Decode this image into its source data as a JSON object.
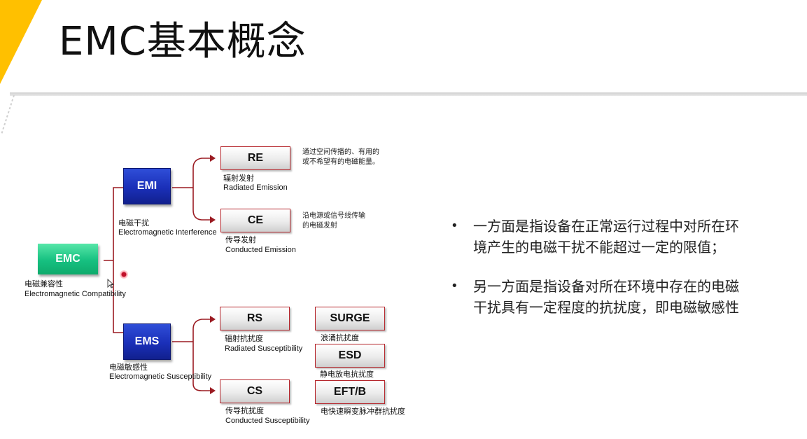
{
  "title": "EMC基本概念",
  "watermark": "",
  "colors": {
    "accent": "#FFC000",
    "connector": "#9B1B22",
    "emc": "#18C383",
    "emi_ems": "#1E33B8"
  },
  "diagram": {
    "emc": {
      "box": "EMC",
      "zh": "电磁兼容性",
      "en": "Electromagnetic Compatibility"
    },
    "emi": {
      "box": "EMI",
      "zh": "电磁干扰",
      "en": "Electromagnetic Interference"
    },
    "ems": {
      "box": "EMS",
      "zh": "电磁敏感性",
      "en": "Electromagnetic Susceptibility"
    },
    "re": {
      "box": "RE",
      "zh": "辐射发射",
      "en": "Radiated Emission",
      "note1": "通过空间传播的、有用的",
      "note2": "或不希望有的电磁能量。"
    },
    "ce": {
      "box": "CE",
      "zh": "传导发射",
      "en": "Conducted Emission",
      "note1": "沿电源或信号线传输",
      "note2": "的电磁发射"
    },
    "rs": {
      "box": "RS",
      "zh": "辐射抗扰度",
      "en": "Radiated Susceptibility"
    },
    "cs": {
      "box": "CS",
      "zh": "传导抗扰度",
      "en": "Conducted Susceptibility"
    },
    "surge": {
      "box": "SURGE",
      "zh": "浪涌抗扰度"
    },
    "esd": {
      "box": "ESD",
      "zh": "静电放电抗扰度"
    },
    "eftb": {
      "box": "EFT/B",
      "zh": "电快速瞬变脉冲群抗扰度"
    }
  },
  "bullets": [
    {
      "line1": "一方面是指设备在正常运行过程中对所在环",
      "line2": "境产生的电磁干扰不能超过一定的限值；"
    },
    {
      "line1": "另一方面是指设备对所在环境中存在的电磁",
      "line2": "干扰具有一定程度的抗扰度，即电磁敏感性"
    }
  ],
  "icons": [
    "bullet-dot-icon",
    "cursor-arrow-icon",
    "pointer-dot-icon"
  ]
}
